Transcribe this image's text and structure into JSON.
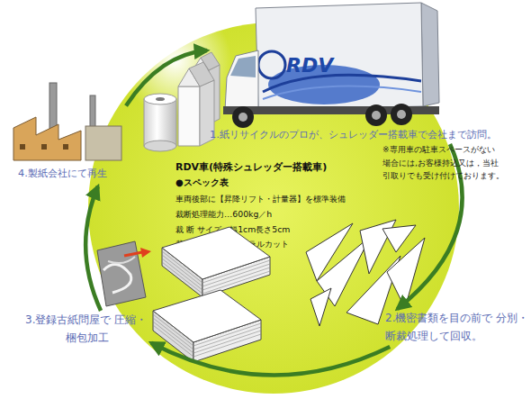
{
  "diagram": {
    "nodes": [
      {
        "text": [
          "RDV車(特殊シュレッダー搭載車)",
          "●スペック表",
          "車両後部に【昇降リフト・計量器】を標準装備",
          "裁断処理能力…600kg／h",
          "裁 断 サイズ…幅1cm長さ5cm",
          "裁 断 形 状…スパイラルカット"
        ]
      },
      {
        "text": [
          "1.紙リサイクルのプロが、シュレッダー搭載車で会社まで訪問。"
        ]
      },
      {
        "text": [
          "2.機密書類を目の前で 分別・断裁処理して回収。"
        ]
      },
      {
        "text": [
          "3.登録古紙問屋で 圧縮・梱包加工"
        ]
      },
      {
        "text": [
          "4.製紙会社にて再生"
        ]
      }
    ],
    "edges": [
      {
        "from": 1,
        "to": 2,
        "arrow": "to"
      },
      {
        "from": 2,
        "to": 3,
        "arrow": "to"
      },
      {
        "from": 3,
        "to": 4,
        "arrow": "to"
      },
      {
        "from": 4,
        "to": 1,
        "arrow": "to"
      }
    ],
    "labels": [
      "※専用車の駐車スペースがない 場合には,お客様持込又は，当社 引取りでも受け付けております。",
      "RDV"
    ]
  }
}
